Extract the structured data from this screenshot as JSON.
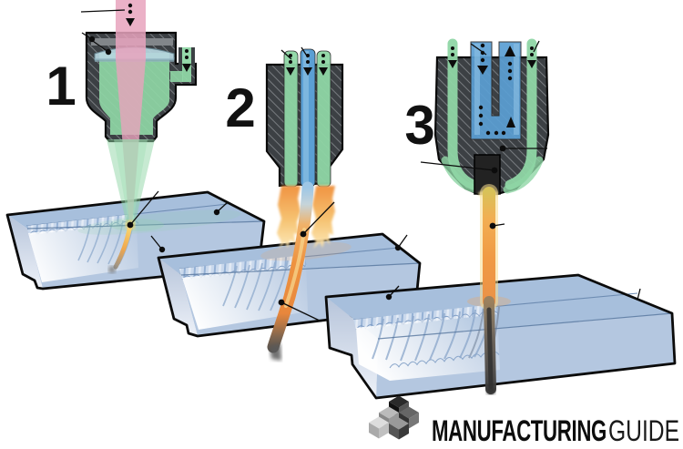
{
  "figure": {
    "steps": [
      {
        "number": "1",
        "icon": "laser-cutting-head-icon"
      },
      {
        "number": "2",
        "icon": "oxyfuel-torch-icon"
      },
      {
        "number": "3",
        "icon": "plasma-torch-icon"
      }
    ]
  },
  "logo": {
    "brand_bold": "MANUFACTURING",
    "brand_light": "GUIDE",
    "icon": "isometric-cubes-logo-icon"
  },
  "colors": {
    "laser_beam": "#e8a3bd",
    "assist_gas_green": "#8fd6a5",
    "focus_lens": "#b7d6e0",
    "oxygen_blue": "#5b9fd4",
    "flame_orange": "#f0923f",
    "plasma_orange": "#f2a24a",
    "molten_glow": "#f8d469",
    "torch_body": "#3c4044",
    "hatch_line": "#787c80",
    "workpiece_top": "#a7bfdc",
    "workpiece_front": "#b4c7e0",
    "workpiece_side": "#c2cfe3",
    "cut_striation": "#8fadd2",
    "outline": "#0c0c0c"
  }
}
